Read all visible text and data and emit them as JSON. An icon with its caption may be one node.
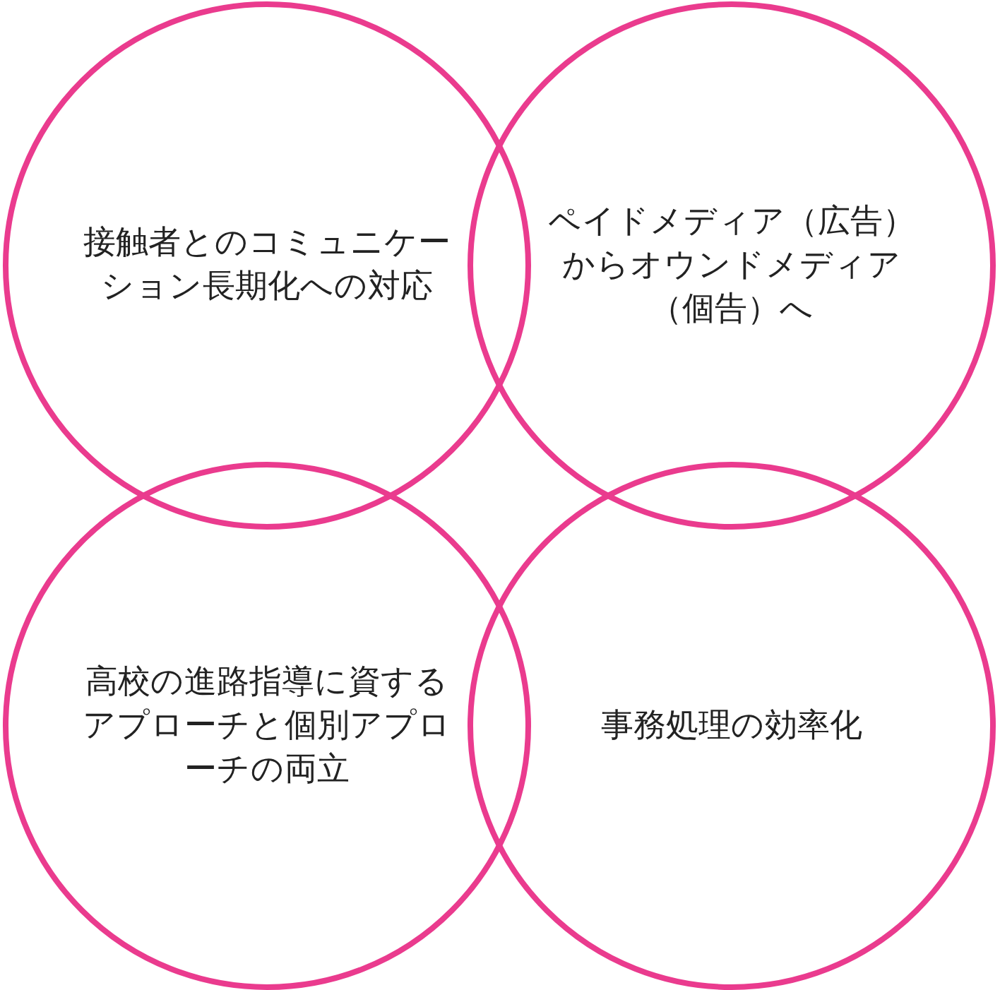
{
  "diagram": {
    "nodes": [
      {
        "text": [
          "接触者とのコミュニケーション長期化への対応"
        ]
      },
      {
        "text": [
          "ペイドメディア（広告）からオウンドメディア（個告）へ"
        ]
      },
      {
        "text": [
          "高校の進路指導に資するアプローチと個別アプローチの両立"
        ]
      },
      {
        "text": [
          "事務処理の効率化"
        ]
      }
    ]
  }
}
